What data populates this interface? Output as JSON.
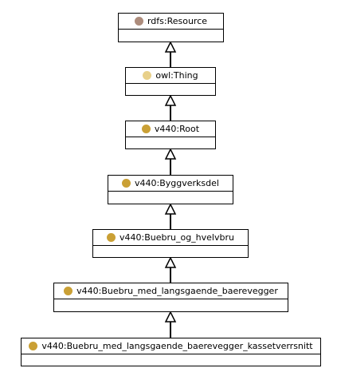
{
  "classes": [
    {
      "label": "rdfs:Resource",
      "icon": "resource-icon",
      "icon_color": "#ad8c7c"
    },
    {
      "label": "owl:Thing",
      "icon": "thing-icon",
      "icon_color": "#e8d08a"
    },
    {
      "label": "v440:Root",
      "icon": "class-icon",
      "icon_color": "#caa035"
    },
    {
      "label": "v440:Byggverksdel",
      "icon": "class-icon",
      "icon_color": "#caa035"
    },
    {
      "label": "v440:Buebru_og_hvelvbru",
      "icon": "class-icon",
      "icon_color": "#caa035"
    },
    {
      "label": "v440:Buebru_med_langsgaende_baerevegger",
      "icon": "class-icon",
      "icon_color": "#caa035"
    },
    {
      "label": "v440:Buebru_med_langsgaende_baerevegger_kassetverrsnitt",
      "icon": "class-icon",
      "icon_color": "#caa035"
    }
  ],
  "relation": "subclass-of"
}
